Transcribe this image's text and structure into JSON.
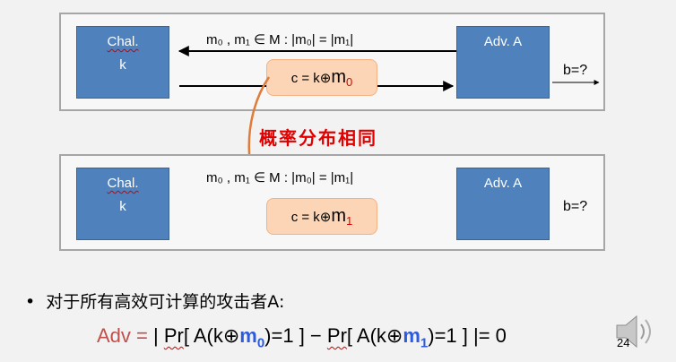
{
  "top_panel": {
    "chal_title": "Chal.",
    "chal_key": "k",
    "adv_label": "Adv. A",
    "message_text": "m₀ , m₁ ∈ M :   |m₀| = |m₁|",
    "cipher_prefix": "c = k⊕",
    "cipher_m": "m",
    "cipher_sub": "0",
    "output": "b=?"
  },
  "bottom_panel": {
    "chal_title": "Chal.",
    "chal_key": "k",
    "adv_label": "Adv. A",
    "message_text": "m₀ , m₁ ∈ M :   |m₀| = |m₁|",
    "cipher_prefix": "c = k⊕",
    "cipher_m": "m",
    "cipher_sub": "1",
    "output": "b=?"
  },
  "connector_label": "概率分布相同",
  "bullet": "对于所有高效可计算的攻击者A:",
  "formula": {
    "adv": "Adv = ",
    "bar_open": "| ",
    "pr1": "Pr",
    "part1_open": "[ A(k⊕",
    "m0": "m",
    "m0_sub": "0",
    "part1_close": ")=1 ]  −  ",
    "pr2": "Pr",
    "part2_open": "[ A(k⊕",
    "m1": "m",
    "m1_sub": "1",
    "part2_close": ")=1 ] |= 0"
  },
  "page_number": "24",
  "icons": {
    "arrow": "arrow-icon",
    "speaker": "speaker-icon"
  },
  "colors": {
    "box_fill": "#4f81bd",
    "cipher_fill": "#fbd5b5",
    "connector": "#e07b39",
    "label_red": "#e00000",
    "formula_blue": "#2d5bdc",
    "adv_red": "#c0504d"
  }
}
